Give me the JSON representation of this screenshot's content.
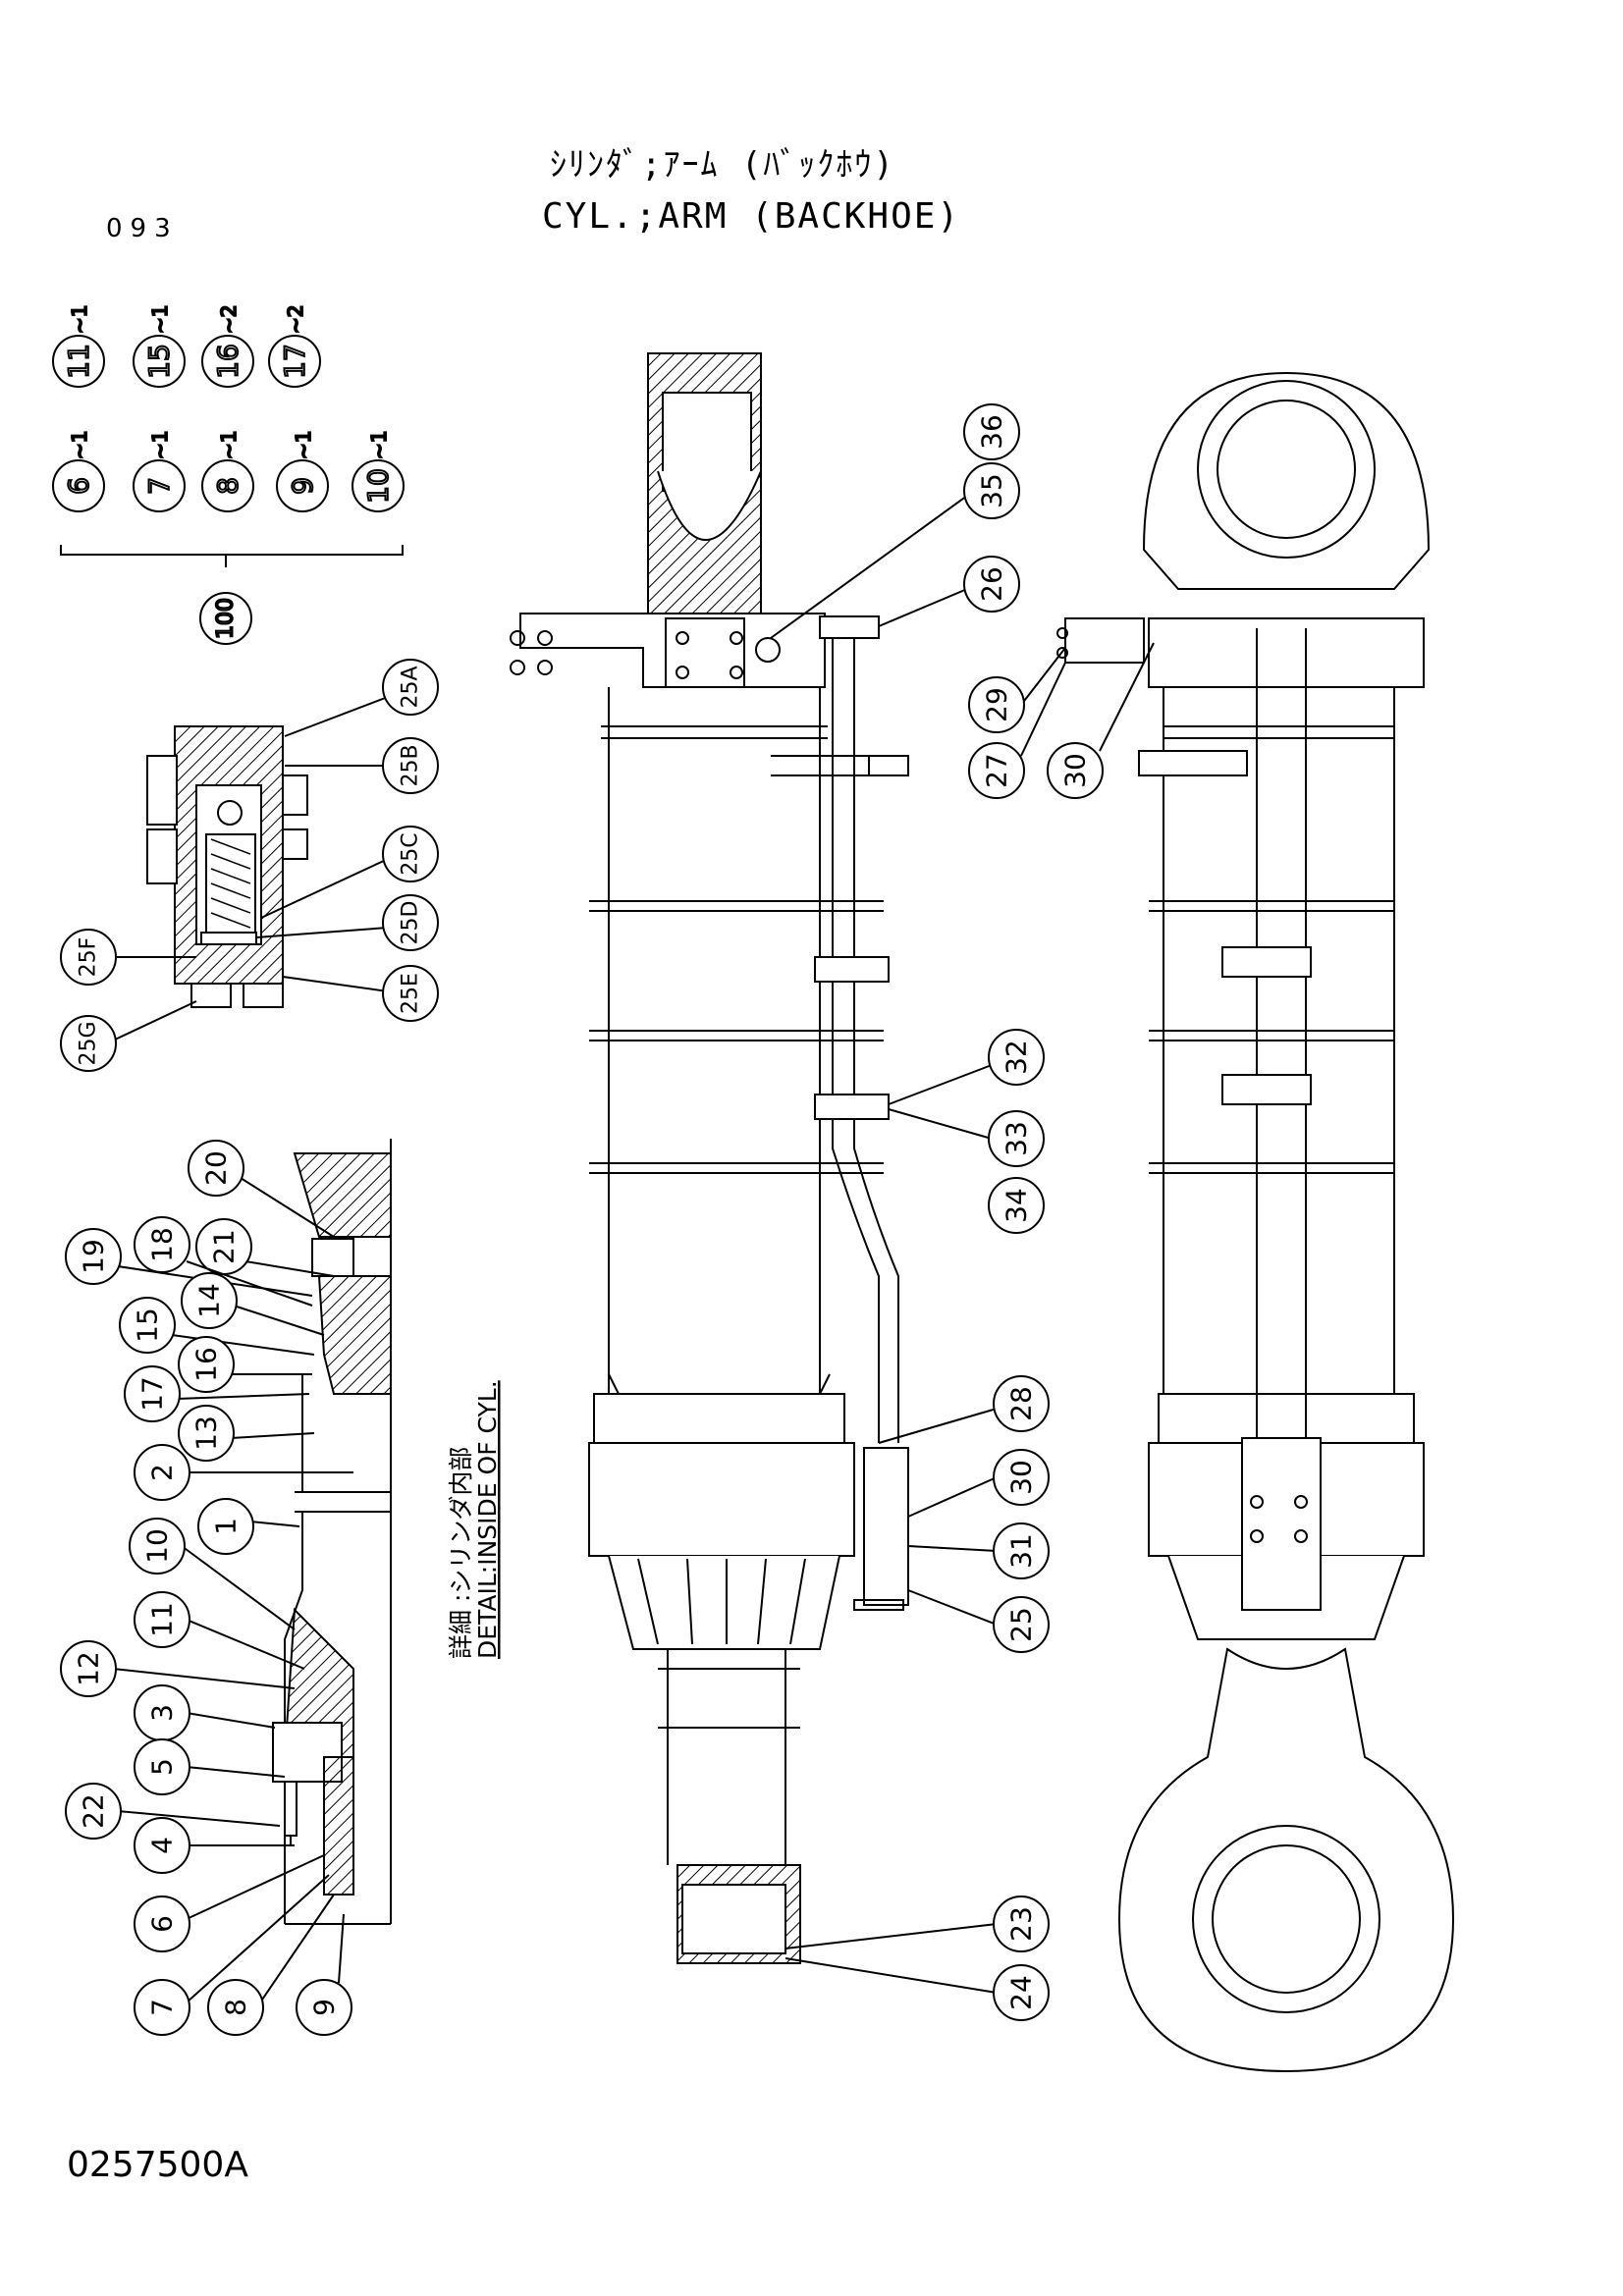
{
  "title_jp": "ｼﾘﾝﾀﾞ;ｱｰﾑ (ﾊﾞｯｸﾎｳ)",
  "title_en": "CYL.;ARM (BACKHOE)",
  "page_number": "093",
  "drawing_number": "0257500A",
  "detail_label_jp": "詳細 :シリンダ内部",
  "detail_label_en": "DETAIL:INSIDE OF CYL.",
  "kit_parts": {
    "row1": [
      {
        "num": "11",
        "sup": "~1"
      },
      {
        "num": "15",
        "sup": "~1"
      },
      {
        "num": "16",
        "sup": "~2"
      },
      {
        "num": "17",
        "sup": "~2"
      }
    ],
    "row2": [
      {
        "num": "6",
        "sup": "~1"
      },
      {
        "num": "7",
        "sup": "~1"
      },
      {
        "num": "8",
        "sup": "~1"
      },
      {
        "num": "9",
        "sup": "~1"
      },
      {
        "num": "10",
        "sup": "~1"
      }
    ],
    "kit": "100"
  },
  "callouts": {
    "valve": [
      "25A",
      "25B",
      "25C",
      "25D",
      "25E",
      "25F",
      "25G"
    ],
    "inside": [
      "20",
      "21",
      "19",
      "18",
      "14",
      "15",
      "16",
      "17",
      "13",
      "2",
      "1",
      "10",
      "11",
      "12",
      "3",
      "5",
      "22",
      "4",
      "6",
      "7",
      "8",
      "9"
    ],
    "main": [
      "35",
      "36",
      "26",
      "27",
      "29",
      "30",
      "32",
      "33",
      "34",
      "28",
      "30",
      "31",
      "25",
      "23",
      "24"
    ]
  }
}
